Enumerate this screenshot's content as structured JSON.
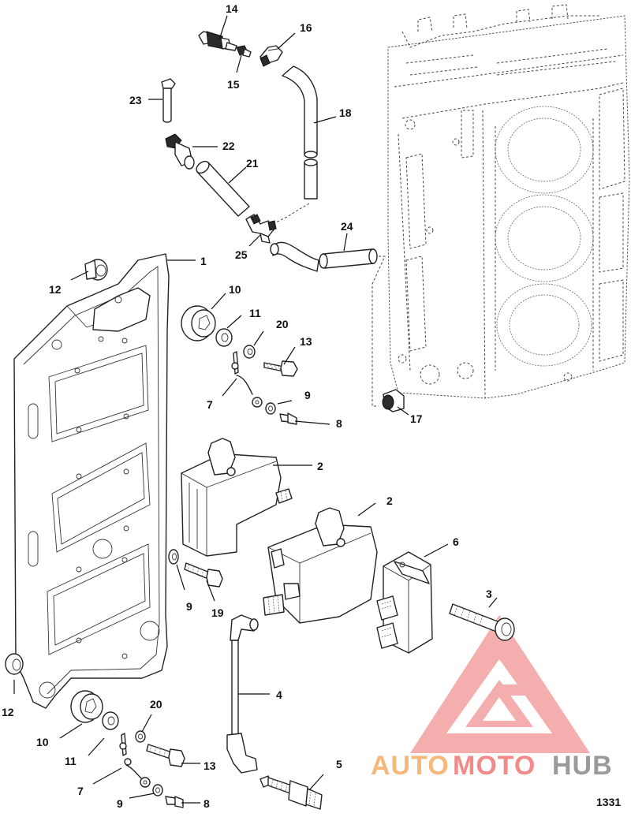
{
  "diagram": {
    "figure_id": "1331",
    "callouts": {
      "c1": "1",
      "c2a": "2",
      "c2b": "2",
      "c3": "3",
      "c4": "4",
      "c5": "5",
      "c6": "6",
      "c7a": "7",
      "c7b": "7",
      "c8a": "8",
      "c8b": "8",
      "c9a": "9",
      "c9b": "9",
      "c9c": "9",
      "c10a": "10",
      "c10b": "10",
      "c11a": "11",
      "c11b": "11",
      "c12a": "12",
      "c12b": "12",
      "c13a": "13",
      "c13b": "13",
      "c14": "14",
      "c15": "15",
      "c16": "16",
      "c17": "17",
      "c18": "18",
      "c19": "19",
      "c20a": "20",
      "c20b": "20",
      "c21": "21",
      "c22": "22",
      "c23": "23",
      "c24": "24",
      "c25": "25"
    }
  },
  "watermark": {
    "brand_part1": "AUTO",
    "brand_part2": "MOTO",
    "brand_part3": "HUB",
    "colors": {
      "auto": "#f5b87a",
      "moto": "#f28a8a",
      "hub": "#9a9a9a",
      "triangle": "#f07a7a"
    }
  }
}
